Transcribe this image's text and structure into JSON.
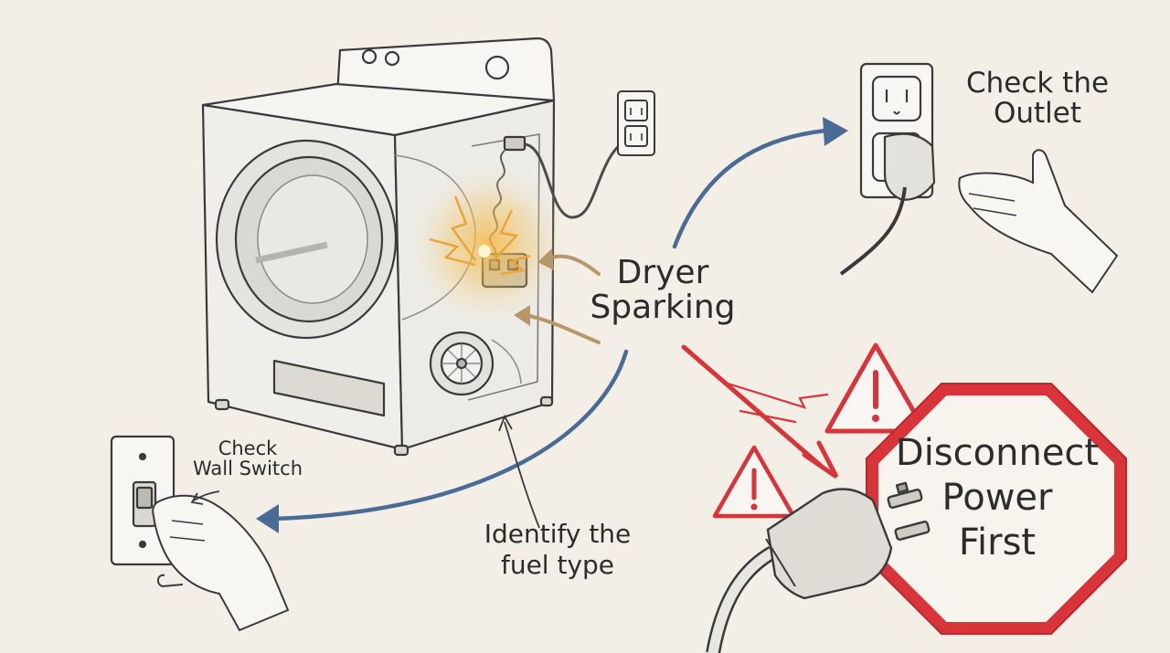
{
  "labels": {
    "center": [
      "Dryer",
      "Sparking"
    ],
    "outlet": [
      "Check the",
      "Outlet"
    ],
    "switch": [
      "Check",
      "Wall Switch"
    ],
    "fuel": [
      "Identify the",
      "fuel type"
    ],
    "stop_sign": [
      "Disconnect",
      "Power",
      "First"
    ]
  },
  "icons": [
    "dryer-icon",
    "wall-outlet-icon",
    "wall-switch-icon",
    "plug-icon",
    "hand-icon",
    "warning-triangle-icon",
    "stop-sign-icon",
    "spark-icon"
  ],
  "colors": {
    "background": "#f3efe6",
    "ink": "#2c2c2c",
    "blue_arrow": "#4a6b96",
    "tan_arrow": "#b8956a",
    "warning_red": "#d8343a",
    "spark": "#e8a63a"
  }
}
